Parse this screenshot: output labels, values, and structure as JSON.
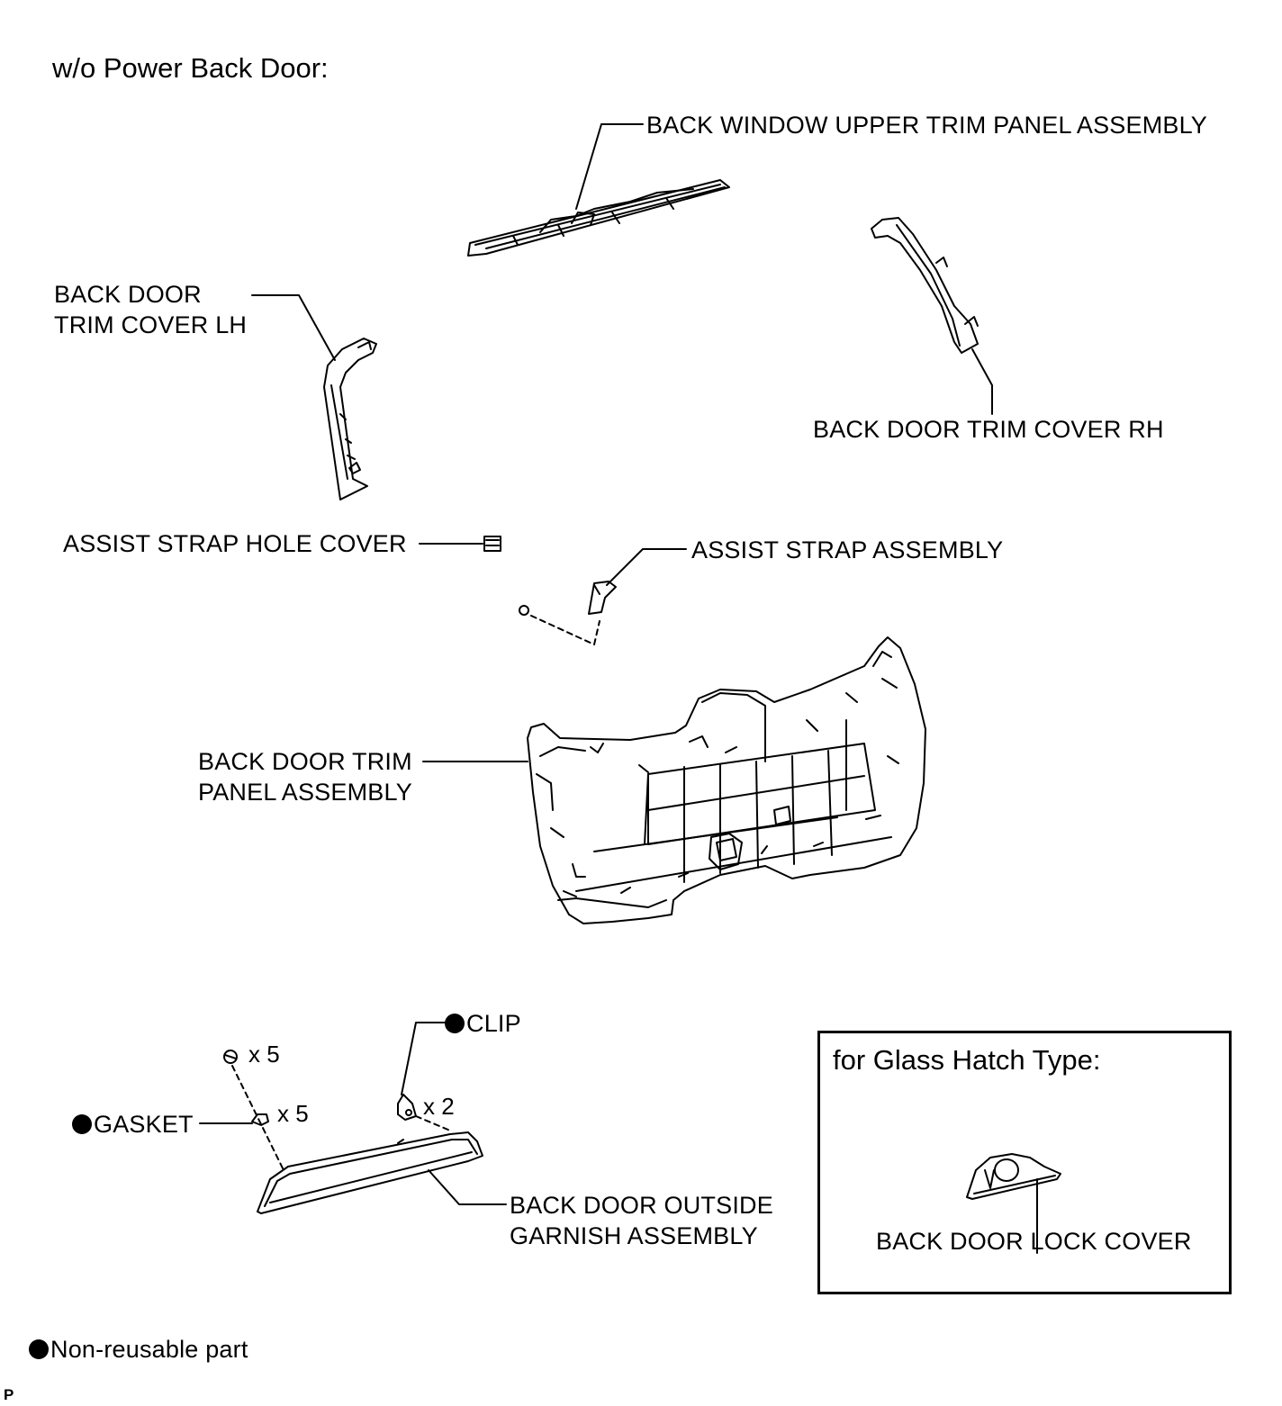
{
  "header": {
    "title": "w/o Power Back Door:"
  },
  "labels": {
    "upper_trim": "BACK WINDOW UPPER TRIM PANEL ASSEMBLY",
    "trim_cover_lh_1": "BACK DOOR",
    "trim_cover_lh_2": "TRIM COVER LH",
    "trim_cover_rh": "BACK DOOR TRIM COVER RH",
    "hole_cover": "ASSIST STRAP HOLE COVER",
    "assist_strap": "ASSIST STRAP ASSEMBLY",
    "trim_panel_1": "BACK DOOR TRIM",
    "trim_panel_2": "PANEL ASSEMBLY",
    "clip": "CLIP",
    "gasket": "GASKET",
    "garnish_1": "BACK DOOR OUTSIDE",
    "garnish_2": "GARNISH ASSEMBLY",
    "qty_nut": "x 5",
    "qty_gasket": "x 5",
    "qty_clip": "x 2"
  },
  "inset": {
    "title": "for Glass Hatch Type:",
    "lock_cover": "BACK DOOR LOCK COVER"
  },
  "legend": {
    "non_reusable": "Non-reusable part"
  },
  "corner_mark": "P",
  "colors": {
    "line": "#000000",
    "background": "#ffffff"
  }
}
